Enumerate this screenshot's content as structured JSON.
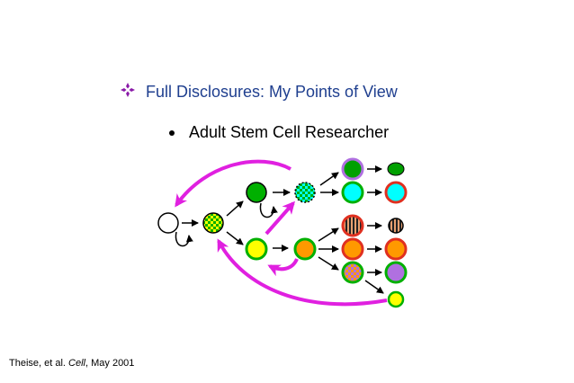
{
  "slide": {
    "title": "Full Disclosures: My Points of View",
    "bullet": "Adult Stem Cell Researcher",
    "citation": {
      "authors": "Theise, et al.",
      "journal": "Cell",
      "date": ", May 2001"
    }
  },
  "colors": {
    "title_text": "#1f3f8f",
    "title_bullet": "#8a1aa8",
    "magenta_arrows": "#e020e0",
    "green": "#00b000",
    "yellow": "#ffff00",
    "orange": "#ff9900",
    "cyan": "#00ffff",
    "red_outline": "#e03020",
    "purple": "#b070e0"
  }
}
